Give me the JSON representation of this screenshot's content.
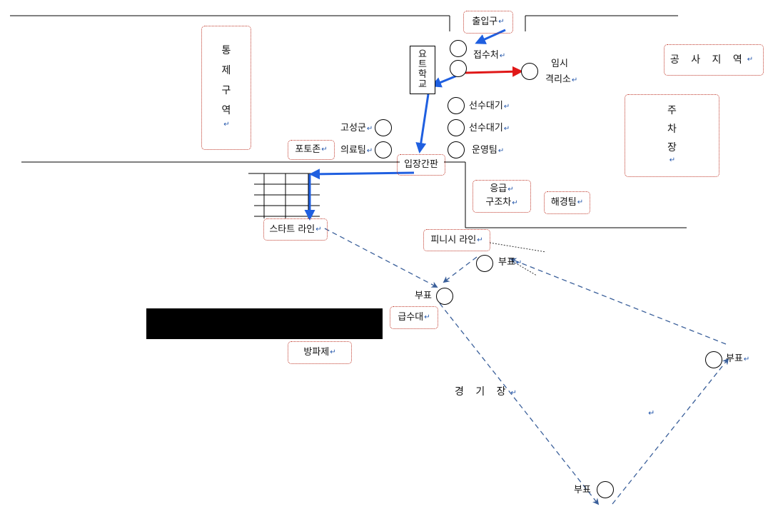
{
  "labels": {
    "entrance": "출입구",
    "reception": "접수처",
    "temp_isolation_line1": "임시",
    "temp_isolation_line2": "격리소",
    "construction": "공 사 지 역",
    "controlled_zone": [
      "통",
      "제",
      "구",
      "역"
    ],
    "parking": [
      "주",
      "차",
      "장"
    ],
    "yacht_school": [
      "요",
      "트",
      "학",
      "교"
    ],
    "waiting1": "선수대기",
    "waiting2": "선수대기",
    "operations": "운영팀",
    "gosung": "고성군",
    "medical": "의료팀",
    "photo_zone": "포토존",
    "entry_board": "입장간판",
    "rescue_line1": "응급",
    "rescue_line2": "구조차",
    "coast_guard": "해경팀",
    "start_line": "스타트 라인",
    "finish_line": "피니시 라인",
    "buoy_top": "부표",
    "buoy_left": "부표",
    "buoy_right": "부표",
    "buoy_bottom": "부표",
    "water_supply": "급수대",
    "breakwater": "방파제",
    "race_area": "경 기 장"
  },
  "colors": {
    "blue_arrow": "#1f5fe0",
    "red_arrow": "#e01818",
    "dashed_route": "#3a5f9a",
    "box_border": "#c0392b",
    "mark": "#2255aa"
  }
}
